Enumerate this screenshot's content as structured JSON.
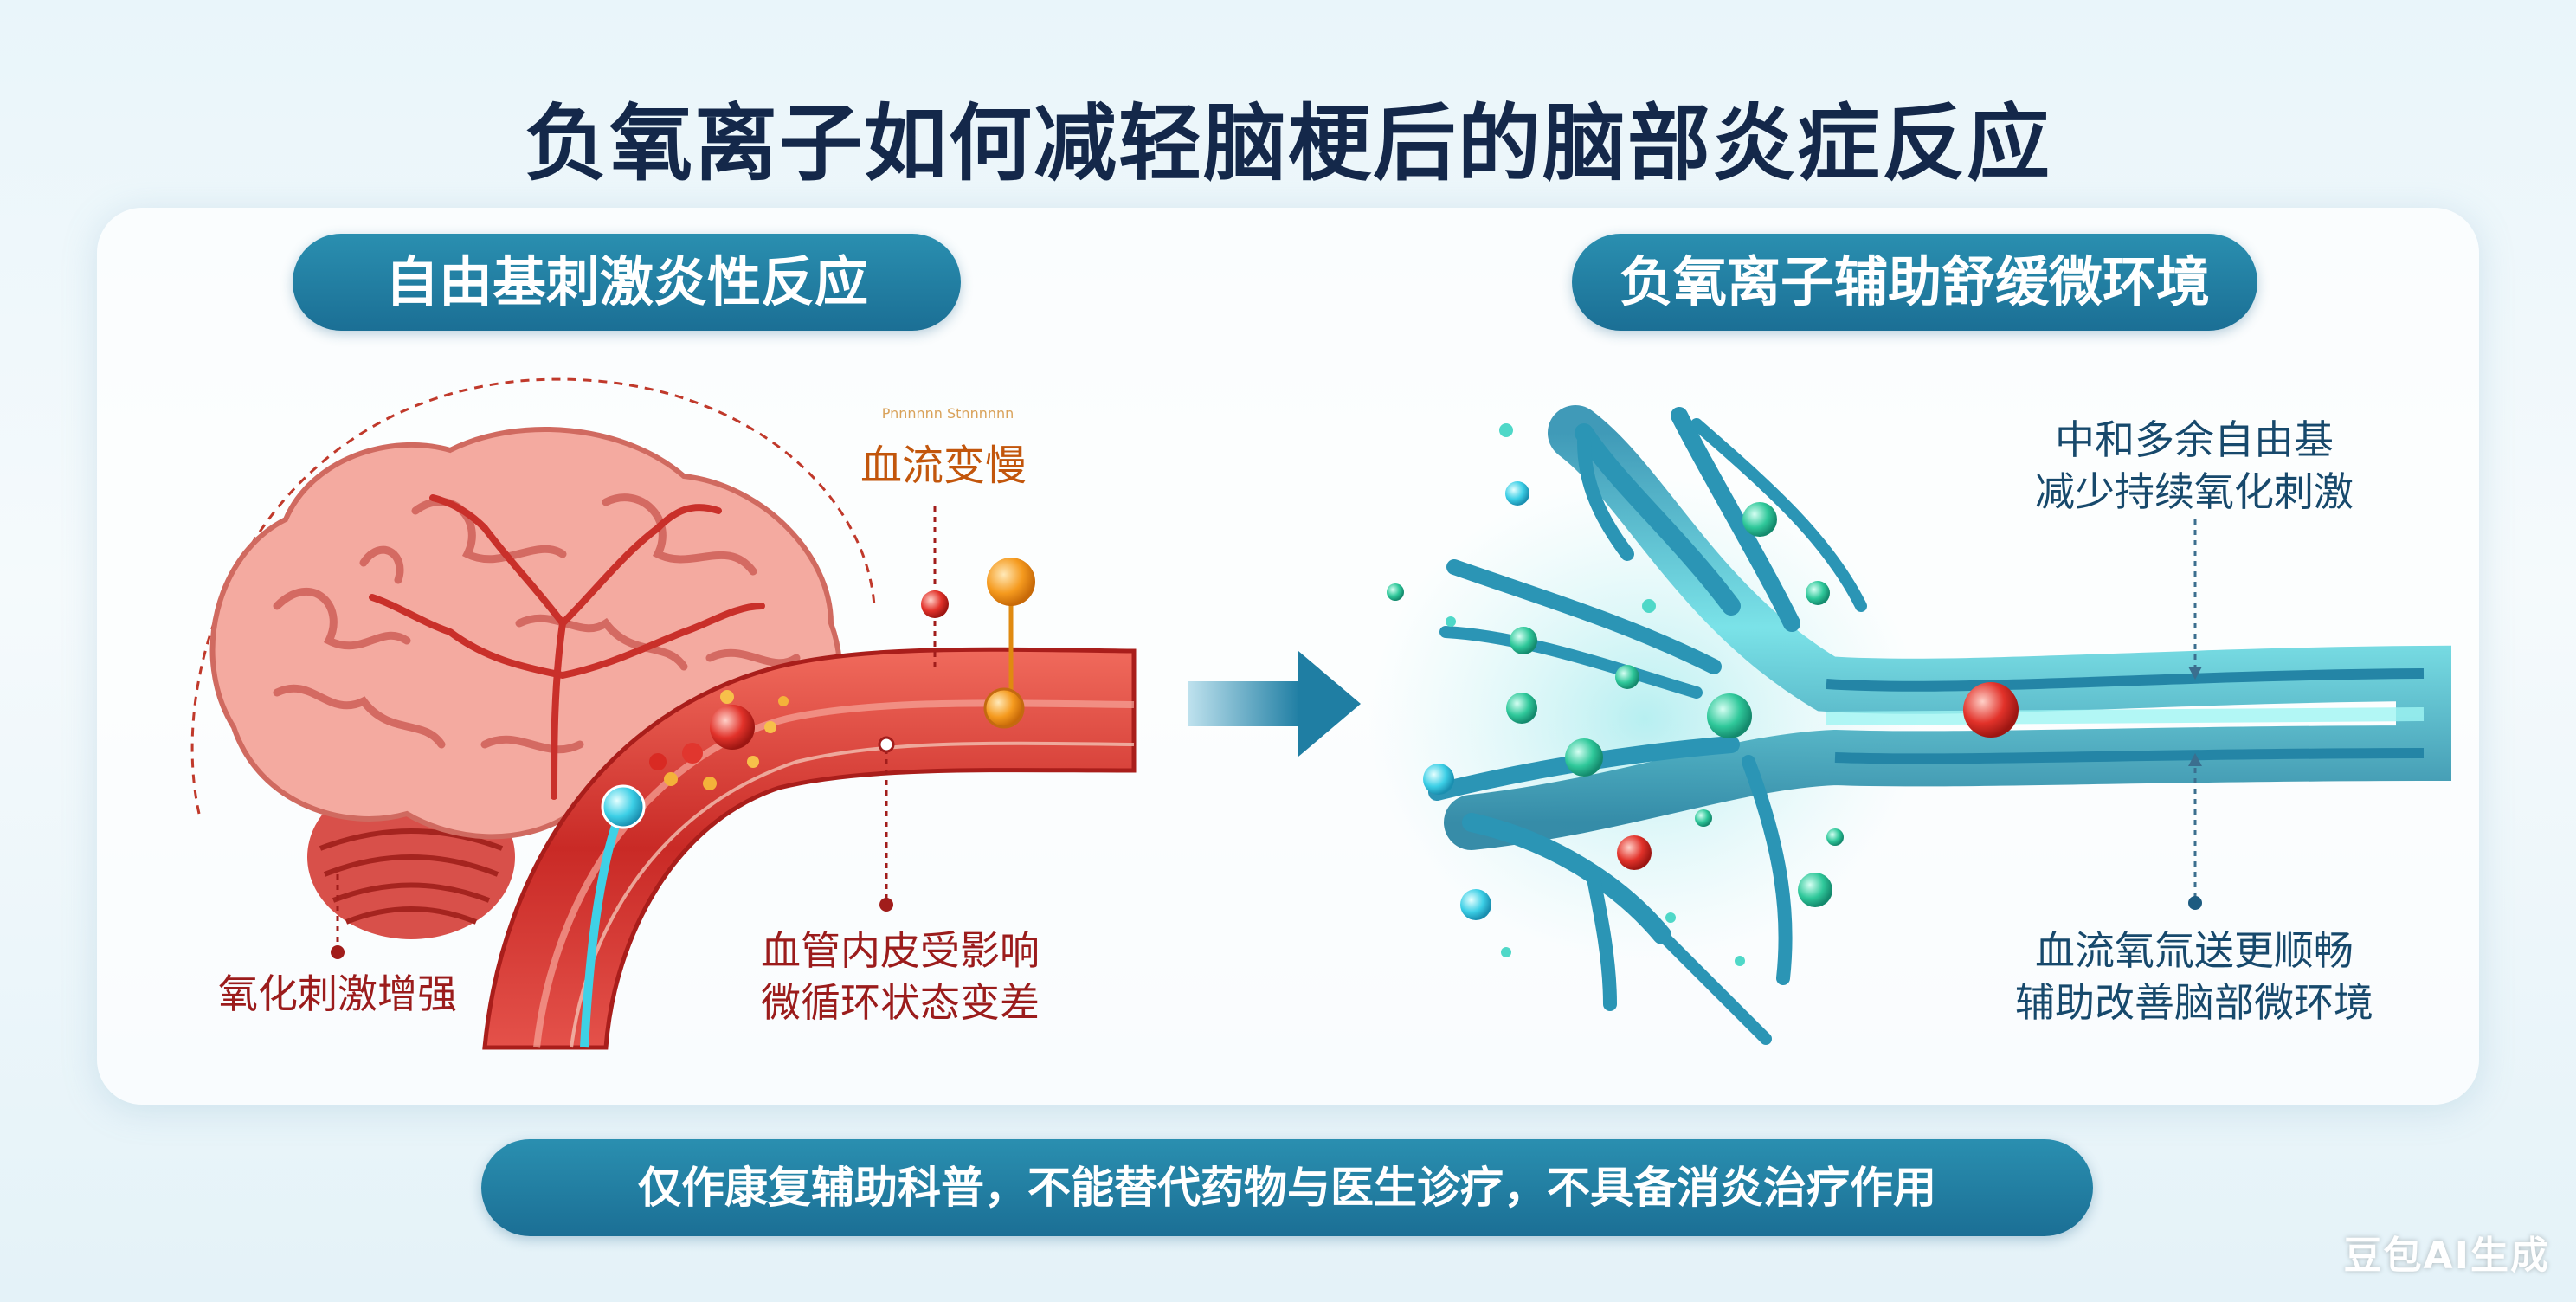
{
  "title": "负氧离子如何减轻脑梗后的脑部炎症反应",
  "left_panel": {
    "heading": "自由基刺激炎性反应",
    "tiny_caption": "Pnnnnnn Stnnnnnn",
    "label_blood_slow": "血流变慢",
    "label_oxidative": "氧化刺激增强",
    "label_endothelium_line1": "血管内皮受影响",
    "label_endothelium_line2": "微循环状态变差"
  },
  "right_panel": {
    "heading": "负氧离子辅助舒缓微环境",
    "label_top_line1": "中和多余自由基",
    "label_top_line2": "减少持续氧化刺激",
    "label_bottom_line1": "血流氧氚送更顺畅",
    "label_bottom_line2": "辅助改善脑部微环境"
  },
  "disclaimer": "仅作康复辅助科普，不能替代药物与医生诊疗，不具备消炎治疗作用",
  "watermark": "豆包AI生成",
  "colors": {
    "pill": "#1f7ea3",
    "title": "#14284a",
    "brain": "#f2a49b",
    "vessel_red": "#d9342f",
    "vessel_teal": "#2a9fb8",
    "label_red": "#9b1c1c",
    "label_orange": "#c2560c",
    "label_blue": "#17496c"
  },
  "icons": [
    "brain-icon",
    "blood-vessel-icon",
    "arrow-right-icon",
    "teal-vessel-network-icon",
    "ion-particle-icon"
  ]
}
